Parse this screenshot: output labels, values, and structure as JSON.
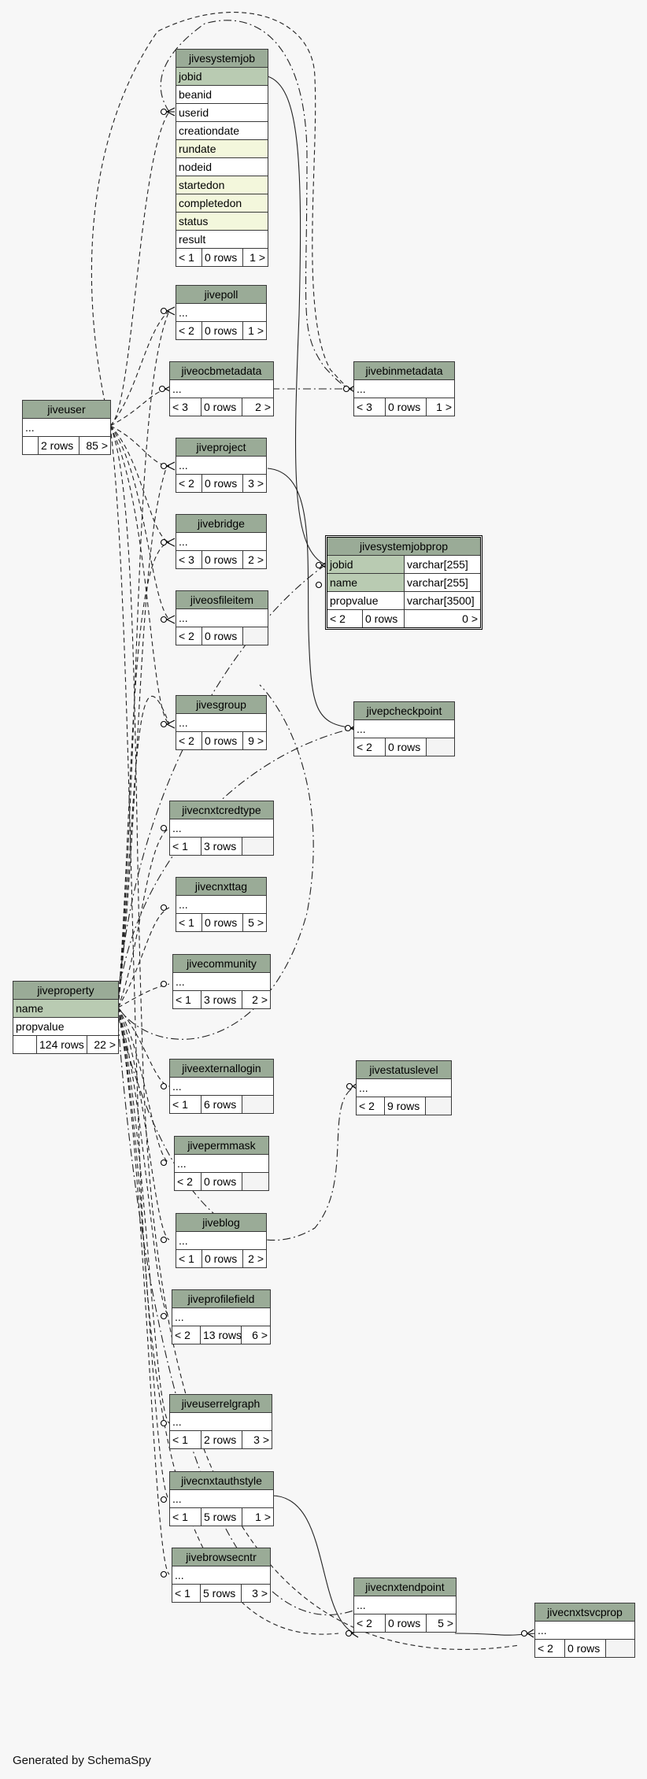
{
  "footer": "Generated by SchemaSpy",
  "colors": {
    "header": "#9aab97",
    "primary_key": "#b9cbb2",
    "indexed": "#f3f7dc",
    "background": "#f7f7f7"
  },
  "tables": {
    "jivesystemjob": {
      "name": "jivesystemjob",
      "columns": [
        "jobid",
        "beanid",
        "userid",
        "creationdate",
        "rundate",
        "nodeid",
        "startedon",
        "completedon",
        "status",
        "result"
      ],
      "footer": [
        "< 1",
        "0 rows",
        "1 >"
      ]
    },
    "jivepoll": {
      "name": "jivepoll",
      "columns": [
        "..."
      ],
      "footer": [
        "< 2",
        "0 rows",
        "1 >"
      ]
    },
    "jiveocbmetadata": {
      "name": "jiveocbmetadata",
      "columns": [
        "..."
      ],
      "footer": [
        "< 3",
        "0 rows",
        "2 >"
      ]
    },
    "jivebinmetadata": {
      "name": "jivebinmetadata",
      "columns": [
        "..."
      ],
      "footer": [
        "< 3",
        "0 rows",
        "1 >"
      ]
    },
    "jiveuser": {
      "name": "jiveuser",
      "columns": [
        "..."
      ],
      "footer": [
        "",
        "2 rows",
        "85 >"
      ]
    },
    "jiveproject": {
      "name": "jiveproject",
      "columns": [
        "..."
      ],
      "footer": [
        "< 2",
        "0 rows",
        "3 >"
      ]
    },
    "jivesystemjobprop": {
      "name": "jivesystemjobprop",
      "columns": [
        {
          "name": "jobid",
          "type": "varchar[255]"
        },
        {
          "name": "name",
          "type": "varchar[255]"
        },
        {
          "name": "propvalue",
          "type": "varchar[3500]"
        }
      ],
      "footer": [
        "< 2",
        "0 rows",
        "0 >"
      ]
    },
    "jivebridge": {
      "name": "jivebridge",
      "columns": [
        "..."
      ],
      "footer": [
        "< 3",
        "0 rows",
        "2 >"
      ]
    },
    "jiveosfileitem": {
      "name": "jiveosfileitem",
      "columns": [
        "..."
      ],
      "footer": [
        "< 2",
        "0 rows",
        ""
      ]
    },
    "jivesgroup": {
      "name": "jivesgroup",
      "columns": [
        "..."
      ],
      "footer": [
        "< 2",
        "0 rows",
        "9 >"
      ]
    },
    "jivepcheckpoint": {
      "name": "jivepcheckpoint",
      "columns": [
        "..."
      ],
      "footer": [
        "< 2",
        "0 rows",
        ""
      ]
    },
    "jivecnxtcredtype": {
      "name": "jivecnxtcredtype",
      "columns": [
        "..."
      ],
      "footer": [
        "< 1",
        "3 rows",
        ""
      ]
    },
    "jivecnxttag": {
      "name": "jivecnxttag",
      "columns": [
        "..."
      ],
      "footer": [
        "< 1",
        "0 rows",
        "5 >"
      ]
    },
    "jivecommunity": {
      "name": "jivecommunity",
      "columns": [
        "..."
      ],
      "footer": [
        "< 1",
        "3 rows",
        "2 >"
      ]
    },
    "jiveproperty": {
      "name": "jiveproperty",
      "columns": [
        "name",
        "propvalue"
      ],
      "footer": [
        "",
        "124 rows",
        "22 >"
      ]
    },
    "jiveexternallogin": {
      "name": "jiveexternallogin",
      "columns": [
        "..."
      ],
      "footer": [
        "< 1",
        "6 rows",
        ""
      ]
    },
    "jivestatuslevel": {
      "name": "jivestatuslevel",
      "columns": [
        "..."
      ],
      "footer": [
        "< 2",
        "9 rows",
        ""
      ]
    },
    "jivepermmask": {
      "name": "jivepermmask",
      "columns": [
        "..."
      ],
      "footer": [
        "< 2",
        "0 rows",
        ""
      ]
    },
    "jiveblog": {
      "name": "jiveblog",
      "columns": [
        "..."
      ],
      "footer": [
        "< 1",
        "0 rows",
        "2 >"
      ]
    },
    "jiveprofilefield": {
      "name": "jiveprofilefield",
      "columns": [
        "..."
      ],
      "footer": [
        "< 2",
        "13 rows",
        "6 >"
      ]
    },
    "jiveuserrelgraph": {
      "name": "jiveuserrelgraph",
      "columns": [
        "..."
      ],
      "footer": [
        "< 1",
        "2 rows",
        "3 >"
      ]
    },
    "jivecnxtauthstyle": {
      "name": "jivecnxtauthstyle",
      "columns": [
        "..."
      ],
      "footer": [
        "< 1",
        "5 rows",
        "1 >"
      ]
    },
    "jivebrowsecntr": {
      "name": "jivebrowsecntr",
      "columns": [
        "..."
      ],
      "footer": [
        "< 1",
        "5 rows",
        "3 >"
      ]
    },
    "jivecnxtendpoint": {
      "name": "jivecnxtendpoint",
      "columns": [
        "..."
      ],
      "footer": [
        "< 2",
        "0 rows",
        "5 >"
      ]
    },
    "jivecnxtsvcprop": {
      "name": "jivecnxtsvcprop",
      "columns": [
        "..."
      ],
      "footer": [
        "< 2",
        "0 rows",
        ""
      ]
    }
  }
}
